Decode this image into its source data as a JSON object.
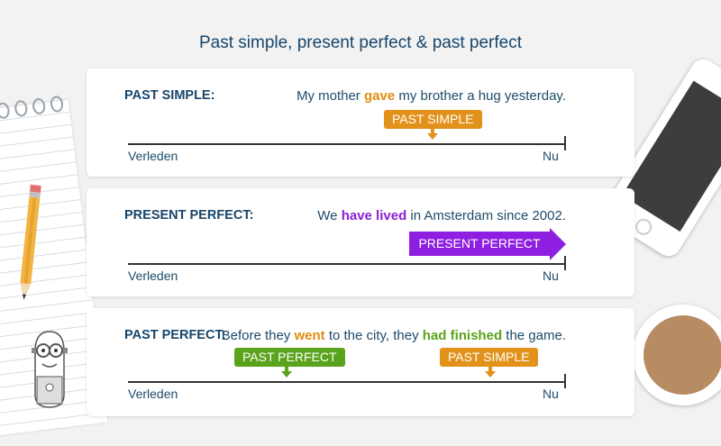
{
  "title": "Past simple, present perfect & past perfect",
  "axis": {
    "left": "Verleden",
    "right": "Nu"
  },
  "cards": [
    {
      "label": "PAST SIMPLE:",
      "sentence": {
        "pre": "My mother ",
        "hl": "gave",
        "post": " my brother a hug yesterday."
      },
      "tag": "PAST SIMPLE"
    },
    {
      "label": "PRESENT PERFECT:",
      "sentence": {
        "pre": "We ",
        "hl": "have lived",
        "post": " in Amsterdam since 2002."
      },
      "tag": "PRESENT PERFECT"
    },
    {
      "label": "PAST PERFECT:",
      "sentence": {
        "pre": "Before they ",
        "hl1": "went",
        "mid": " to the city, they ",
        "hl2": "had finished",
        "post": " the game."
      },
      "tag1": "PAST PERFECT",
      "tag2": "PAST SIMPLE"
    }
  ],
  "colors": {
    "orange": "#e2921b",
    "purple": "#8f1fe0",
    "green": "#5aa31c",
    "text": "#17466b"
  }
}
